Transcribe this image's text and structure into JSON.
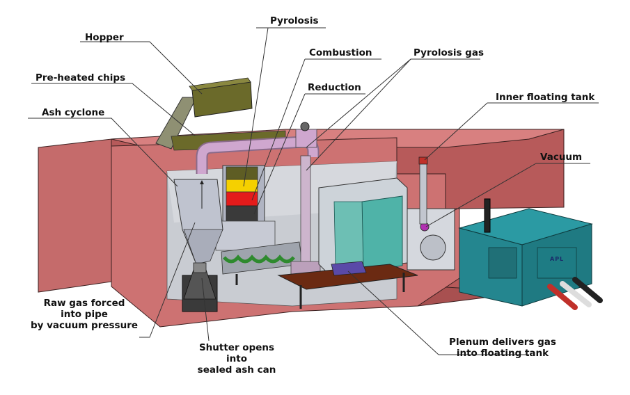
{
  "labels": {
    "pyrolosis": "Pyrolosis",
    "hopper": "Hopper",
    "combustion": "Combustion",
    "pyrolosis_gas": "Pyrolosis gas",
    "preheated_chips": "Pre-heated chips",
    "reduction": "Reduction",
    "inner_floating_tank": "Inner floating tank",
    "ash_cyclone": "Ash cyclone",
    "vacuum": "Vacuum",
    "raw_gas_line1": "Raw gas forced",
    "raw_gas_line2": "into pipe",
    "raw_gas_line3": "by vacuum pressure",
    "shutter_line1": "Shutter opens",
    "shutter_line2": "into",
    "shutter_line3": "sealed ash can",
    "plenum_line1": "Plenum delivers gas",
    "plenum_line2": "into floating tank"
  },
  "generator_badge": "APL",
  "colors": {
    "container": "#c96a6a",
    "container_dark": "#8a3f3f",
    "reactor": "#c4c8d8",
    "pipe": "#c9a0c9",
    "floating_tank": "#4fb3a8",
    "generator": "#24868f",
    "pyrolosis_zone": "#f5d000",
    "combustion_zone": "#e41b1b",
    "reduction_zone": "#3a3a3a",
    "chips": "#6b6a2a",
    "auger": "#3b9a3b"
  }
}
